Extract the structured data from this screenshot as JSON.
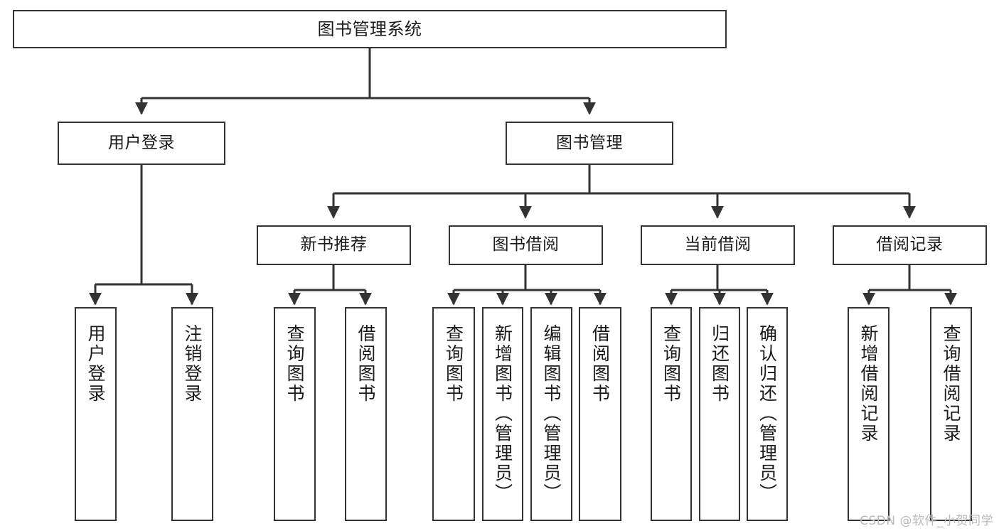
{
  "diagram": {
    "type": "tree-hierarchy",
    "title": "图书管理系统",
    "orientation": "top-down",
    "levels": 4,
    "root": {
      "id": "root",
      "label": "图书管理系统"
    },
    "level2": [
      {
        "id": "user-login",
        "label": "用户登录"
      },
      {
        "id": "book-manage",
        "label": "图书管理"
      }
    ],
    "level3": [
      {
        "id": "new-book-rec",
        "label": "新书推荐",
        "parent": "book-manage"
      },
      {
        "id": "book-borrow",
        "label": "图书借阅",
        "parent": "book-manage"
      },
      {
        "id": "current-borrow",
        "label": "当前借阅",
        "parent": "book-manage"
      },
      {
        "id": "borrow-record",
        "label": "借阅记录",
        "parent": "book-manage"
      }
    ],
    "leaves": [
      {
        "id": "leaf-user-login",
        "label": "用户登录",
        "parent": "user-login"
      },
      {
        "id": "leaf-logout",
        "label": "注销登录",
        "parent": "user-login"
      },
      {
        "id": "leaf-query-book-1",
        "label": "查询图书",
        "parent": "new-book-rec"
      },
      {
        "id": "leaf-borrow-book-1",
        "label": "借阅图书",
        "parent": "new-book-rec"
      },
      {
        "id": "leaf-query-book-2",
        "label": "查询图书",
        "parent": "book-borrow"
      },
      {
        "id": "leaf-add-book",
        "label": "新增图书（管理员）",
        "parent": "book-borrow"
      },
      {
        "id": "leaf-edit-book",
        "label": "编辑图书（管理员）",
        "parent": "book-borrow"
      },
      {
        "id": "leaf-borrow-book-2",
        "label": "借阅图书",
        "parent": "book-borrow"
      },
      {
        "id": "leaf-query-book-3",
        "label": "查询图书",
        "parent": "current-borrow"
      },
      {
        "id": "leaf-return-book",
        "label": "归还图书",
        "parent": "current-borrow"
      },
      {
        "id": "leaf-confirm-return",
        "label": "确认归还（管理员）",
        "parent": "current-borrow"
      },
      {
        "id": "leaf-add-record",
        "label": "新增借阅记录",
        "parent": "borrow-record"
      },
      {
        "id": "leaf-query-record",
        "label": "查询借阅记录",
        "parent": "borrow-record"
      }
    ],
    "colors": {
      "stroke": "#333333",
      "fill": "#ffffff",
      "text": "#1b1b1b",
      "watermark": "#b9b9b9"
    }
  },
  "watermark": {
    "text": "CSDN @软件_小贺同学"
  }
}
